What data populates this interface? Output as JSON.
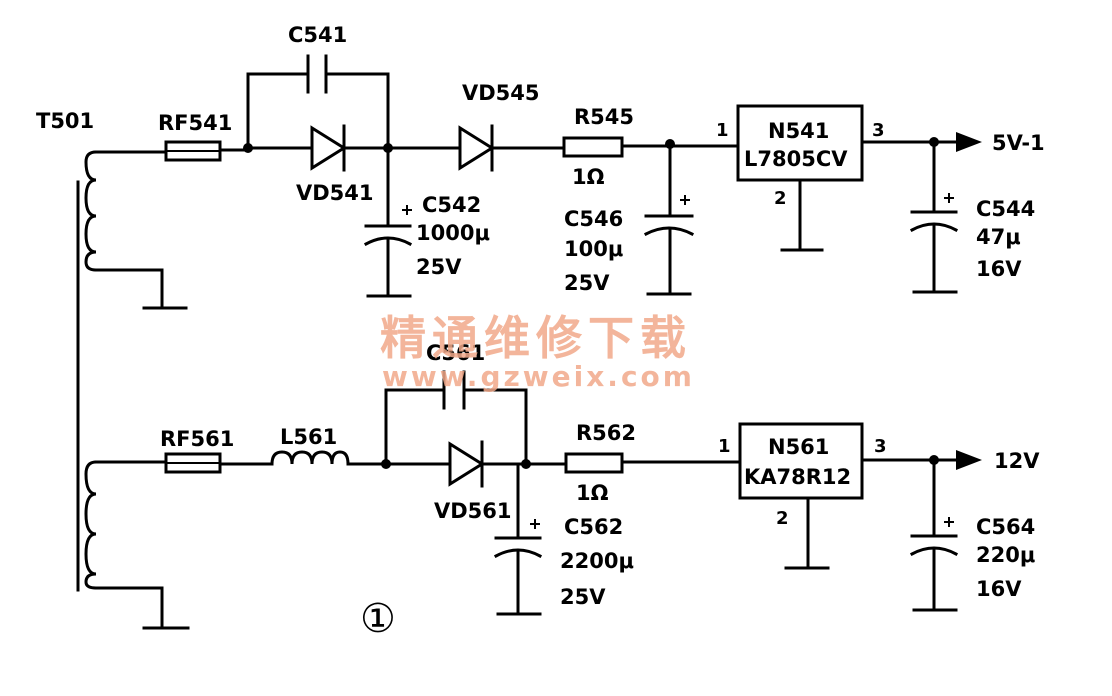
{
  "watermark": {
    "title": "精通维修下载",
    "url": "www.gzweix.com"
  },
  "figure_number": "①",
  "transformer": {
    "label": "T501"
  },
  "upper": {
    "fuse": "RF541",
    "cap_parallel": "C541",
    "diode_a": "VD541",
    "diode_b": "VD545",
    "cap_a": {
      "name": "C542",
      "value": "1000μ",
      "voltage": "25V"
    },
    "resistor": {
      "name": "R545",
      "value": "1Ω"
    },
    "cap_b": {
      "name": "C546",
      "value": "100μ",
      "voltage": "25V"
    },
    "regulator": {
      "name": "N541",
      "part": "L7805CV",
      "pin_in": "1",
      "pin_gnd": "2",
      "pin_out": "3"
    },
    "cap_out": {
      "name": "C544",
      "value": "47μ",
      "voltage": "16V"
    },
    "output": "5V-1"
  },
  "lower": {
    "fuse": "RF561",
    "inductor": "L561",
    "cap_parallel": "C561",
    "diode": "VD561",
    "resistor": {
      "name": "R562",
      "value": "1Ω"
    },
    "cap_a": {
      "name": "C562",
      "value": "2200μ",
      "voltage": "25V"
    },
    "regulator": {
      "name": "N561",
      "part": "KA78R12",
      "pin_in": "1",
      "pin_gnd": "2",
      "pin_out": "3"
    },
    "cap_out": {
      "name": "C564",
      "value": "220μ",
      "voltage": "16V"
    },
    "output": "12V"
  }
}
